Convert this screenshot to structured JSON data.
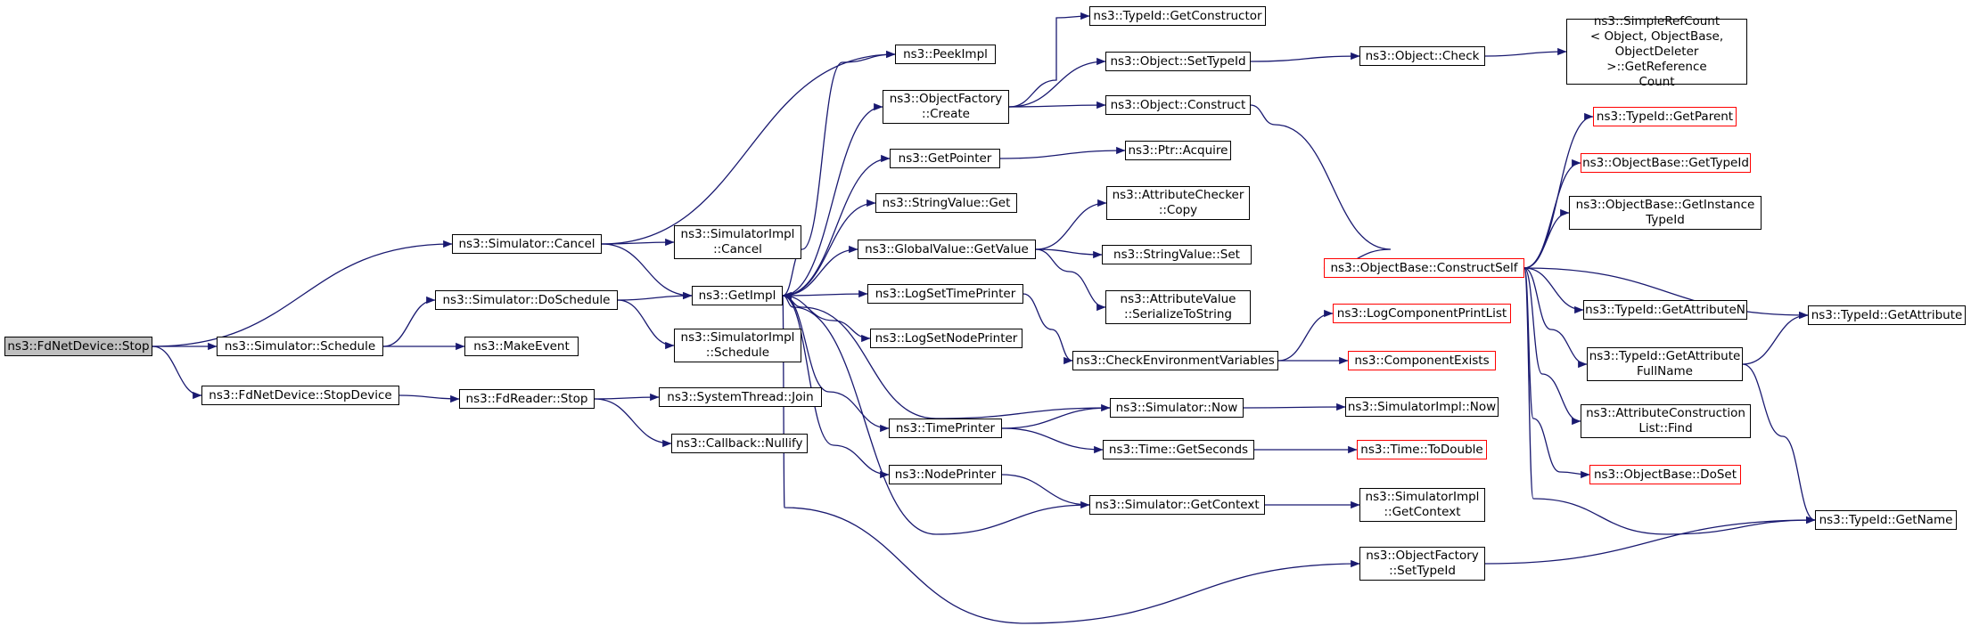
{
  "graph": {
    "colors": {
      "edge": "#191970",
      "box": "#000000",
      "truncated_box": "#ff0000",
      "root_fill": "#bfbfbf"
    },
    "nodes": [
      {
        "id": "fdnet_stop",
        "label": "ns3::FdNetDevice::Stop",
        "style": "root"
      },
      {
        "id": "sim_cancel",
        "label": "ns3::Simulator::Cancel",
        "style": "normal"
      },
      {
        "id": "sim_doschedule",
        "label": "ns3::Simulator::DoSchedule",
        "style": "normal"
      },
      {
        "id": "sim_schedule",
        "label": "ns3::Simulator::Schedule",
        "style": "normal"
      },
      {
        "id": "fdnet_stopdevice",
        "label": "ns3::FdNetDevice::StopDevice",
        "style": "normal"
      },
      {
        "id": "simimpl_cancel",
        "label": "ns3::SimulatorImpl\n::Cancel",
        "style": "normal"
      },
      {
        "id": "getimpl",
        "label": "ns3::GetImpl",
        "style": "normal"
      },
      {
        "id": "makeevent",
        "label": "ns3::MakeEvent",
        "style": "normal"
      },
      {
        "id": "simimpl_schedule",
        "label": "ns3::SimulatorImpl\n::Schedule",
        "style": "normal"
      },
      {
        "id": "fdreader_stop",
        "label": "ns3::FdReader::Stop",
        "style": "normal"
      },
      {
        "id": "systhread_join",
        "label": "ns3::SystemThread::Join",
        "style": "normal"
      },
      {
        "id": "callback_nullify",
        "label": "ns3::Callback::Nullify",
        "style": "normal"
      },
      {
        "id": "peekimpl",
        "label": "ns3::PeekImpl",
        "style": "normal"
      },
      {
        "id": "objfactory_create",
        "label": "ns3::ObjectFactory\n::Create",
        "style": "normal"
      },
      {
        "id": "getpointer",
        "label": "ns3::GetPointer",
        "style": "normal"
      },
      {
        "id": "stringvalue_get",
        "label": "ns3::StringValue::Get",
        "style": "normal"
      },
      {
        "id": "globalvalue_getvalue",
        "label": "ns3::GlobalValue::GetValue",
        "style": "normal"
      },
      {
        "id": "logsettimeprinter",
        "label": "ns3::LogSetTimePrinter",
        "style": "normal"
      },
      {
        "id": "logsetnodeprinter",
        "label": "ns3::LogSetNodePrinter",
        "style": "normal"
      },
      {
        "id": "timeprinter",
        "label": "ns3::TimePrinter",
        "style": "normal"
      },
      {
        "id": "nodeprinter",
        "label": "ns3::NodePrinter",
        "style": "normal"
      },
      {
        "id": "typeid_getconstructor",
        "label": "ns3::TypeId::GetConstructor",
        "style": "normal"
      },
      {
        "id": "object_settypeid",
        "label": "ns3::Object::SetTypeId",
        "style": "normal"
      },
      {
        "id": "object_construct",
        "label": "ns3::Object::Construct",
        "style": "normal"
      },
      {
        "id": "ptr_acquire",
        "label": "ns3::Ptr::Acquire",
        "style": "normal"
      },
      {
        "id": "attrchecker_copy",
        "label": "ns3::AttributeChecker\n::Copy",
        "style": "normal"
      },
      {
        "id": "stringvalue_set",
        "label": "ns3::StringValue::Set",
        "style": "normal"
      },
      {
        "id": "attrvalue_serialize",
        "label": "ns3::AttributeValue\n::SerializeToString",
        "style": "normal"
      },
      {
        "id": "checkenvvars",
        "label": "ns3::CheckEnvironmentVariables",
        "style": "normal"
      },
      {
        "id": "sim_now",
        "label": "ns3::Simulator::Now",
        "style": "normal"
      },
      {
        "id": "time_getseconds",
        "label": "ns3::Time::GetSeconds",
        "style": "normal"
      },
      {
        "id": "sim_getcontext",
        "label": "ns3::Simulator::GetContext",
        "style": "normal"
      },
      {
        "id": "objfactory_settypeid",
        "label": "ns3::ObjectFactory\n::SetTypeId",
        "style": "normal"
      },
      {
        "id": "object_check",
        "label": "ns3::Object::Check",
        "style": "normal"
      },
      {
        "id": "simplerefcount",
        "label": "ns3::SimpleRefCount\n< Object, ObjectBase,\n ObjectDeleter >::GetReference\nCount",
        "style": "normal"
      },
      {
        "id": "objbase_constructself",
        "label": "ns3::ObjectBase::ConstructSelf",
        "style": "red"
      },
      {
        "id": "logcomponentprintlist",
        "label": "ns3::LogComponentPrintList",
        "style": "red"
      },
      {
        "id": "componentexists",
        "label": "ns3::ComponentExists",
        "style": "red"
      },
      {
        "id": "simimpl_now",
        "label": "ns3::SimulatorImpl::Now",
        "style": "normal"
      },
      {
        "id": "time_todouble",
        "label": "ns3::Time::ToDouble",
        "style": "red"
      },
      {
        "id": "simimpl_getcontext",
        "label": "ns3::SimulatorImpl\n::GetContext",
        "style": "normal"
      },
      {
        "id": "typeid_getparent",
        "label": "ns3::TypeId::GetParent",
        "style": "red"
      },
      {
        "id": "objbase_gettypeid",
        "label": "ns3::ObjectBase::GetTypeId",
        "style": "red"
      },
      {
        "id": "objbase_getinstancetypeid",
        "label": "ns3::ObjectBase::GetInstance\nTypeId",
        "style": "normal"
      },
      {
        "id": "typeid_getattributen",
        "label": "ns3::TypeId::GetAttributeN",
        "style": "normal"
      },
      {
        "id": "typeid_getattrfullname",
        "label": "ns3::TypeId::GetAttribute\nFullName",
        "style": "normal"
      },
      {
        "id": "attrconstructionlist_find",
        "label": "ns3::AttributeConstruction\nList::Find",
        "style": "normal"
      },
      {
        "id": "objbase_doset",
        "label": "ns3::ObjectBase::DoSet",
        "style": "red"
      },
      {
        "id": "typeid_getattribute",
        "label": "ns3::TypeId::GetAttribute",
        "style": "normal"
      },
      {
        "id": "typeid_getname",
        "label": "ns3::TypeId::GetName",
        "style": "normal"
      }
    ],
    "edges": [
      [
        "fdnet_stop",
        "sim_cancel"
      ],
      [
        "fdnet_stop",
        "sim_schedule"
      ],
      [
        "fdnet_stop",
        "fdnet_stopdevice"
      ],
      [
        "sim_cancel",
        "peekimpl"
      ],
      [
        "sim_cancel",
        "simimpl_cancel"
      ],
      [
        "sim_cancel",
        "getimpl"
      ],
      [
        "sim_schedule",
        "sim_doschedule"
      ],
      [
        "sim_schedule",
        "makeevent"
      ],
      [
        "sim_doschedule",
        "getimpl"
      ],
      [
        "sim_doschedule",
        "simimpl_schedule"
      ],
      [
        "fdnet_stopdevice",
        "fdreader_stop"
      ],
      [
        "fdreader_stop",
        "systhread_join"
      ],
      [
        "fdreader_stop",
        "callback_nullify"
      ],
      [
        "getimpl",
        "peekimpl"
      ],
      [
        "getimpl",
        "objfactory_create"
      ],
      [
        "getimpl",
        "getpointer"
      ],
      [
        "getimpl",
        "stringvalue_get"
      ],
      [
        "getimpl",
        "globalvalue_getvalue"
      ],
      [
        "getimpl",
        "logsettimeprinter"
      ],
      [
        "getimpl",
        "logsetnodeprinter"
      ],
      [
        "getimpl",
        "timeprinter"
      ],
      [
        "getimpl",
        "nodeprinter"
      ],
      [
        "getimpl",
        "objfactory_settypeid"
      ],
      [
        "sim_now",
        "getimpl"
      ],
      [
        "sim_getcontext",
        "getimpl"
      ],
      [
        "objfactory_create",
        "typeid_getconstructor"
      ],
      [
        "objfactory_create",
        "object_settypeid"
      ],
      [
        "objfactory_create",
        "object_construct"
      ],
      [
        "getpointer",
        "ptr_acquire"
      ],
      [
        "globalvalue_getvalue",
        "attrchecker_copy"
      ],
      [
        "globalvalue_getvalue",
        "stringvalue_set"
      ],
      [
        "globalvalue_getvalue",
        "attrvalue_serialize"
      ],
      [
        "logsettimeprinter",
        "checkenvvars"
      ],
      [
        "checkenvvars",
        "logcomponentprintlist"
      ],
      [
        "checkenvvars",
        "componentexists"
      ],
      [
        "timeprinter",
        "sim_now"
      ],
      [
        "timeprinter",
        "time_getseconds"
      ],
      [
        "nodeprinter",
        "sim_getcontext"
      ],
      [
        "object_settypeid",
        "object_check"
      ],
      [
        "object_check",
        "simplerefcount"
      ],
      [
        "object_construct",
        "objbase_constructself"
      ],
      [
        "sim_now",
        "simimpl_now"
      ],
      [
        "time_getseconds",
        "time_todouble"
      ],
      [
        "sim_getcontext",
        "simimpl_getcontext"
      ],
      [
        "objfactory_settypeid",
        "typeid_getname"
      ],
      [
        "objbase_constructself",
        "typeid_getparent"
      ],
      [
        "objbase_constructself",
        "objbase_gettypeid"
      ],
      [
        "objbase_constructself",
        "objbase_getinstancetypeid"
      ],
      [
        "objbase_constructself",
        "typeid_getattributen"
      ],
      [
        "objbase_constructself",
        "typeid_getattrfullname"
      ],
      [
        "objbase_constructself",
        "attrconstructionlist_find"
      ],
      [
        "objbase_constructself",
        "objbase_doset"
      ],
      [
        "objbase_constructself",
        "typeid_getattribute"
      ],
      [
        "objbase_constructself",
        "typeid_getname"
      ],
      [
        "typeid_getattrfullname",
        "typeid_getattribute"
      ],
      [
        "typeid_getattrfullname",
        "typeid_getname"
      ]
    ]
  }
}
